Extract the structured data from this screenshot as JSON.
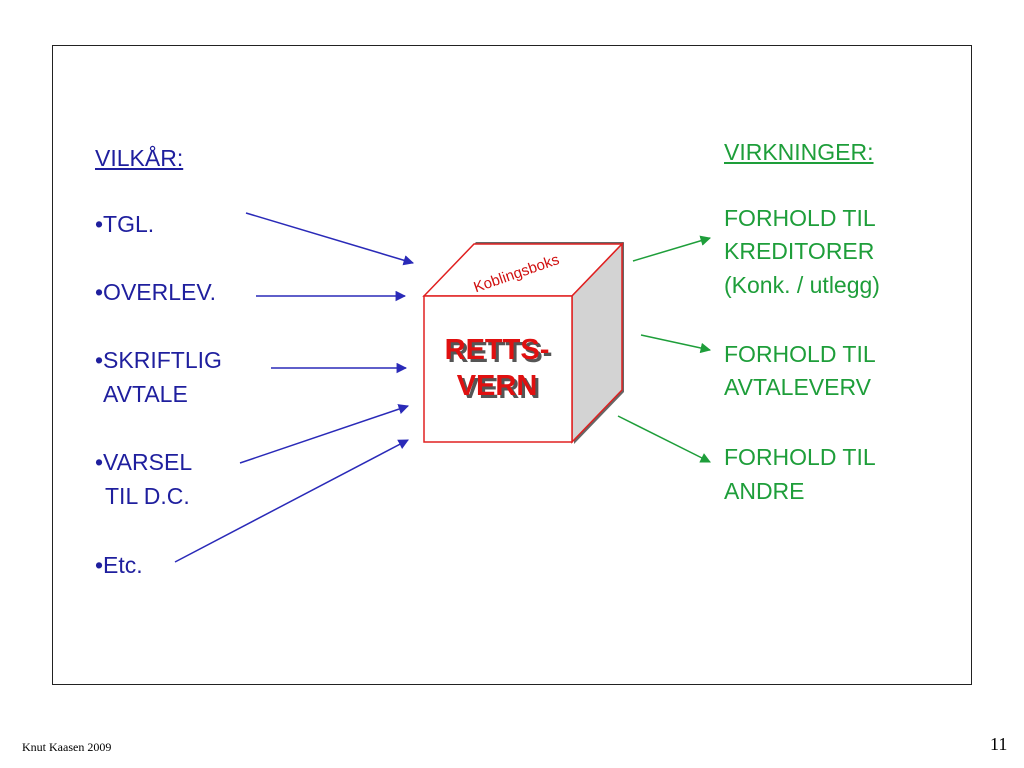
{
  "left": {
    "heading": "VILKÅR:",
    "items": [
      "•TGL.",
      "•OVERLEV.",
      "•SKRIFTLIG",
      "AVTALE",
      "•VARSEL",
      "TIL D.C.",
      "•Etc."
    ]
  },
  "right": {
    "heading": "VIRKNINGER:",
    "items": [
      "FORHOLD TIL",
      "KREDITORER",
      "(Konk. / utlegg)",
      "FORHOLD TIL",
      "AVTALEVERV",
      "FORHOLD TIL",
      "ANDRE"
    ]
  },
  "box": {
    "top_label": "Koblingsboks",
    "title_line1": "RETTS-",
    "title_line2": "VERN"
  },
  "colors": {
    "left_text": "#1f1f9e",
    "right_text": "#1e9e3a",
    "box_edge": "#e02020",
    "box_title": "#e01010"
  },
  "footer": {
    "author": "Knut Kaasen 2009",
    "page": "11"
  }
}
